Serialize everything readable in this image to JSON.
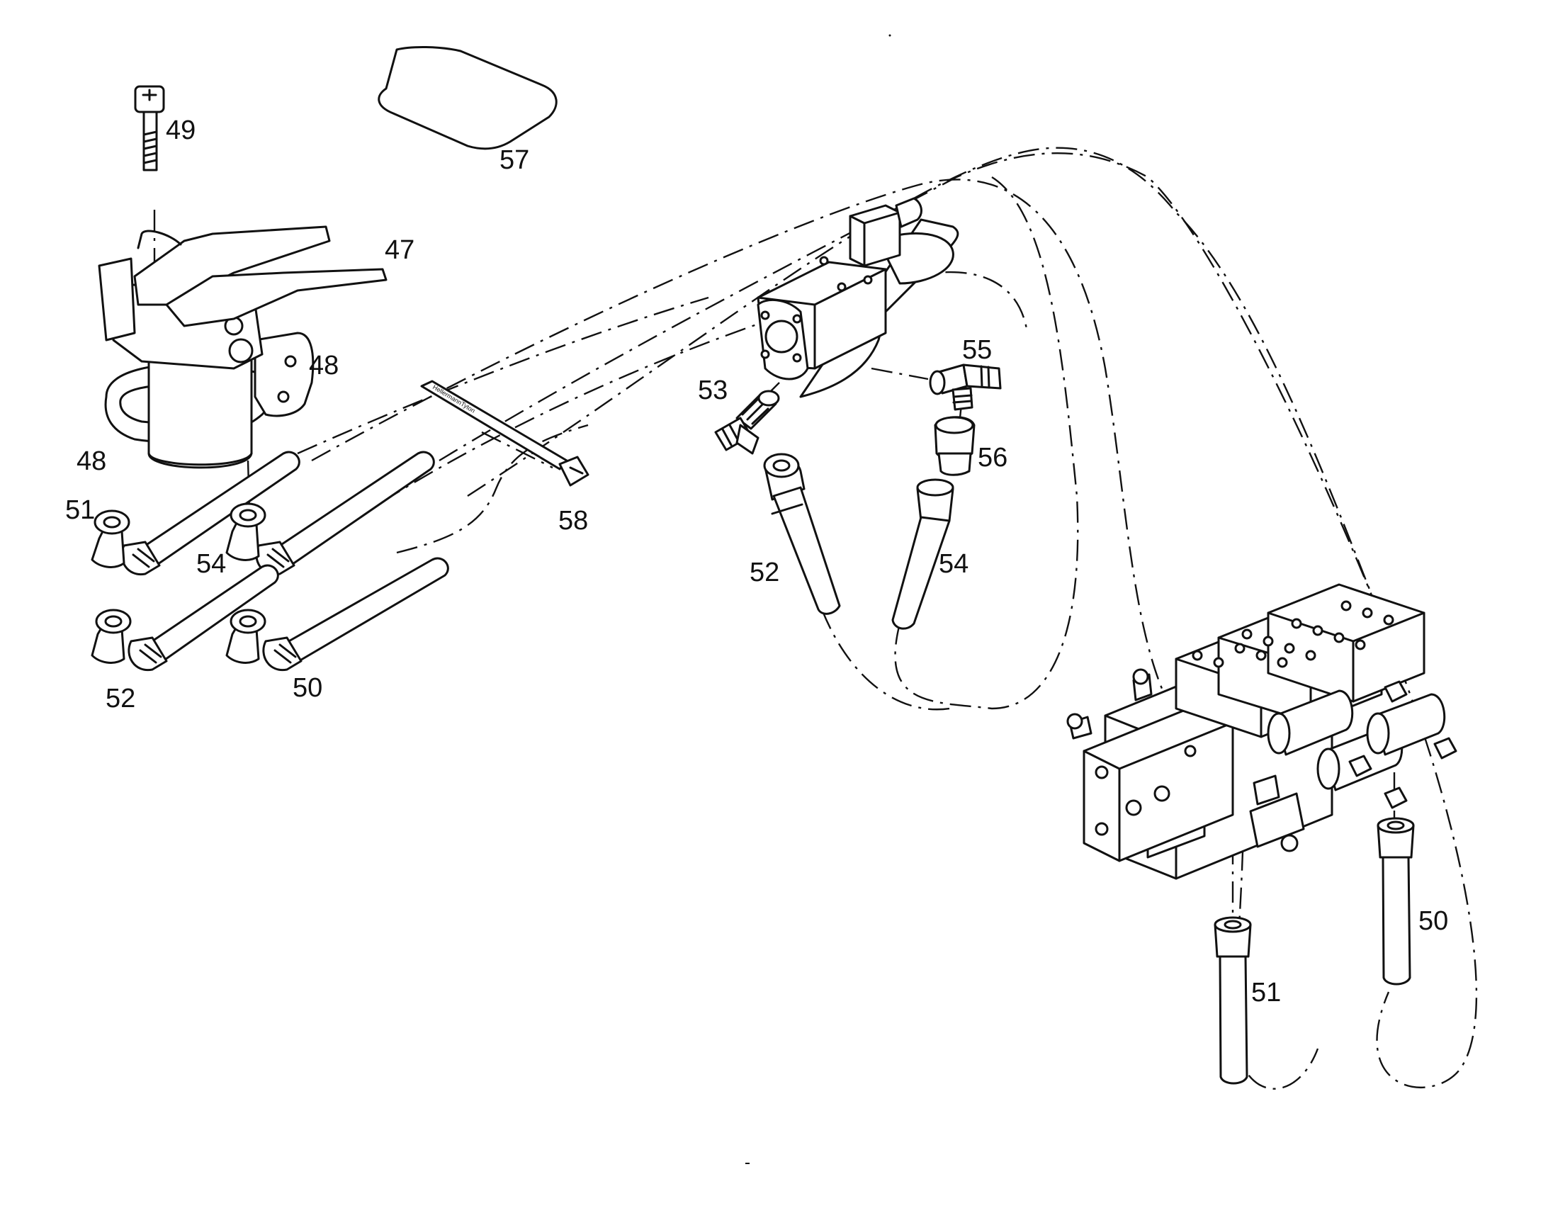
{
  "part_numbers": {
    "p47": "47",
    "p48_a": "48",
    "p48_b": "48",
    "p49": "49",
    "p50_a": "50",
    "p50_b": "50",
    "p51_a": "51",
    "p51_b": "51",
    "p52_a": "52",
    "p52_b": "52",
    "p53": "53",
    "p54_a": "54",
    "p54_b": "54",
    "p55": "55",
    "p56": "56",
    "p57": "57",
    "p58": "58"
  },
  "cable_tie_text": "HellermannTyton",
  "colors": {
    "line": "#111111",
    "background": "#ffffff"
  }
}
